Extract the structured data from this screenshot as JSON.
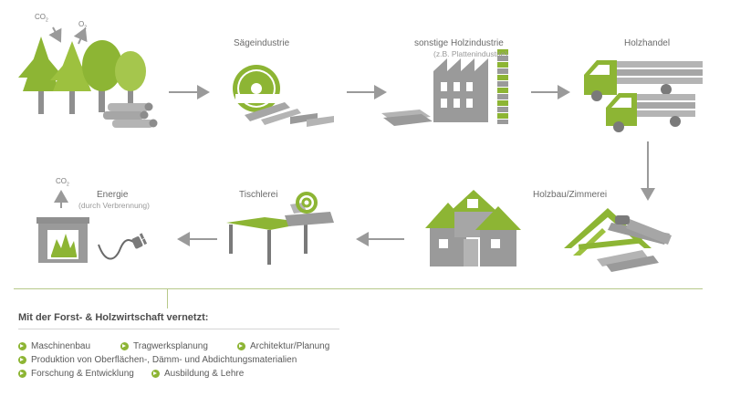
{
  "colors": {
    "green": "#8db534",
    "gray": "#8f8f8f",
    "arrow": "#9a9a9a"
  },
  "forest": {
    "co2_in": "CO",
    "co2_out": "O",
    "sub_in": "2",
    "sub_out": "2"
  },
  "steps": {
    "saegeindustrie": {
      "label": "Sägeindustrie"
    },
    "holzindustrie": {
      "label": "sonstige Holzindustrie",
      "sub": "(z.B. Plattenindustrie)"
    },
    "holzhandel": {
      "label": "Holzhandel"
    },
    "holzbau": {
      "label": "Holzbau/Zimmerei"
    },
    "tischlerei": {
      "label": "Tischlerei"
    },
    "energie": {
      "label": "Energie",
      "sub": "(durch Verbrennung)",
      "co2": "CO",
      "co2_sub": "2"
    }
  },
  "network": {
    "title": "Mit der Forst- & Holzwirtschaft vernetzt:",
    "items": [
      "Maschinenbau",
      "Tragwerksplanung",
      "Architektur/Planung",
      "Produktion von Oberflächen-, Dämm- und Abdichtungsmaterialien",
      "Forschung & Entwicklung",
      "Ausbildung & Lehre"
    ]
  }
}
